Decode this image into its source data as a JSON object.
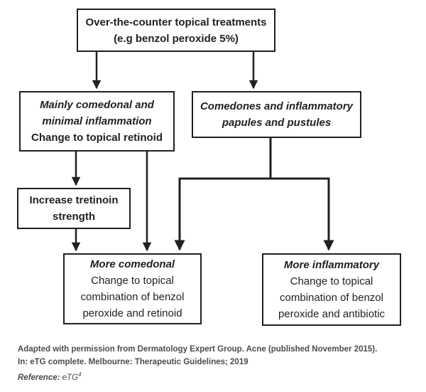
{
  "colors": {
    "diagram_line": "#221f20",
    "box_text": "#221f20",
    "footer_text": "#4b4b4d",
    "background": "#ffffff"
  },
  "flowchart": {
    "otc_box": {
      "line1": "Over-the-counter topical treatments",
      "line2": "(e.g benzol peroxide 5%)"
    },
    "comedonal_box": {
      "line1": "Mainly comedonal and",
      "line2": "minimal inflammation",
      "line3": "Change to topical retinoid"
    },
    "inflammatory_box": {
      "line1": "Comedones and inflammatory",
      "line2": "papules and pustules"
    },
    "tretinoin_box": {
      "line1": "Increase tretinoin",
      "line2": "strength"
    },
    "more_comedonal_box": {
      "line1": "More comedonal",
      "line2": "Change to topical",
      "line3": "combination of benzol",
      "line4": "peroxide and retinoid"
    },
    "more_inflammatory_box": {
      "line1": "More inflammatory",
      "line2": "Change to topical",
      "line3": "combination of benzol",
      "line4": "peroxide and antibiotic"
    }
  },
  "footer": {
    "line1": "Adapted with permission from Dermatology Expert Group. Acne (published November 2015).",
    "line2": "In: eTG complete. Melbourne: Therapeutic Guidelines; 2019",
    "reference_label": "Reference:",
    "reference_value": "eTG",
    "reference_superscript": "4"
  }
}
